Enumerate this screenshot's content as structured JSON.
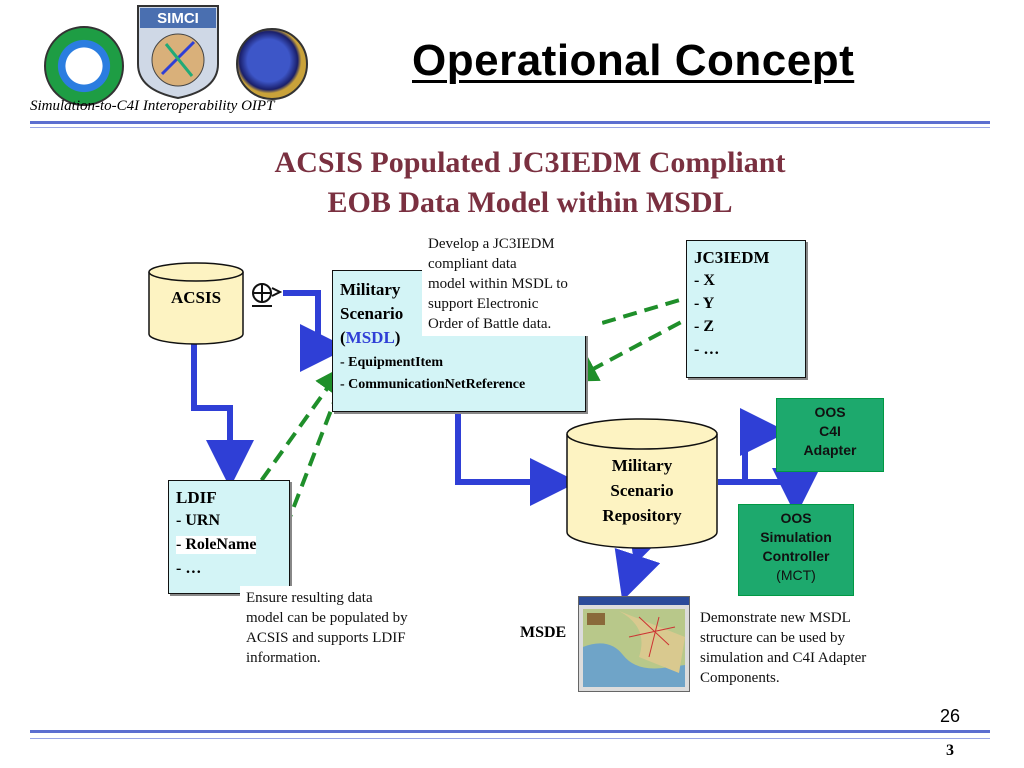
{
  "header": {
    "logo_text": "SIMCI",
    "org_label": "Simulation-to-C4I Interoperability OIPT",
    "slide_title": "Operational Concept"
  },
  "diagram": {
    "headline_1": "ACSIS Populated JC3IEDM Compliant",
    "headline_2": "EOB Data Model within MSDL",
    "acsis": "ACSIS",
    "msdl_box": {
      "line1": "Military",
      "line2": "Scenario",
      "line3_open": "(",
      "line3_msdl": "MSDL",
      "line3_close": ")",
      "item1": "-  EquipmentItem",
      "item2": "-  CommunicationNetReference"
    },
    "develop_note": [
      "Develop a JC3IEDM",
      "compliant data",
      "model within MSDL to",
      "support Electronic",
      "Order of Battle data."
    ],
    "jc3iedm_box": {
      "title": "JC3IEDM",
      "items": [
        "-  X",
        "-  Y",
        "-  Z",
        "- …"
      ]
    },
    "ldif_box": {
      "title": "LDIF",
      "items": [
        "-  URN",
        "-  RoleName",
        "- …"
      ]
    },
    "ensure_note": [
      "Ensure resulting data",
      "model can be populated by",
      "ACSIS and supports LDIF",
      "information."
    ],
    "repository": {
      "line1": "Military",
      "line2": "Scenario",
      "line3": "Repository"
    },
    "oos_c4i": {
      "line1": "OOS",
      "line2": "C4I",
      "line3": "Adapter"
    },
    "oos_sim": {
      "line1": "OOS",
      "line2": "Simulation",
      "line3": "Controller",
      "line4": "(MCT)"
    },
    "msde_label": "MSDE",
    "demonstrate_note": [
      "Demonstrate new MSDL",
      "structure can be used by",
      "simulation and C4I Adapter",
      "Components."
    ]
  },
  "footer": {
    "page_inner": "26",
    "page_outer": "3"
  },
  "colors": {
    "title_maroon": "#7a3040",
    "arrow_blue": "#2f3fd6",
    "dashed_green": "#1f8f2a",
    "box_cyan": "#d3f4f6",
    "cylinder_yellow": "#fdf3c2",
    "green_box": "#1da96d"
  }
}
